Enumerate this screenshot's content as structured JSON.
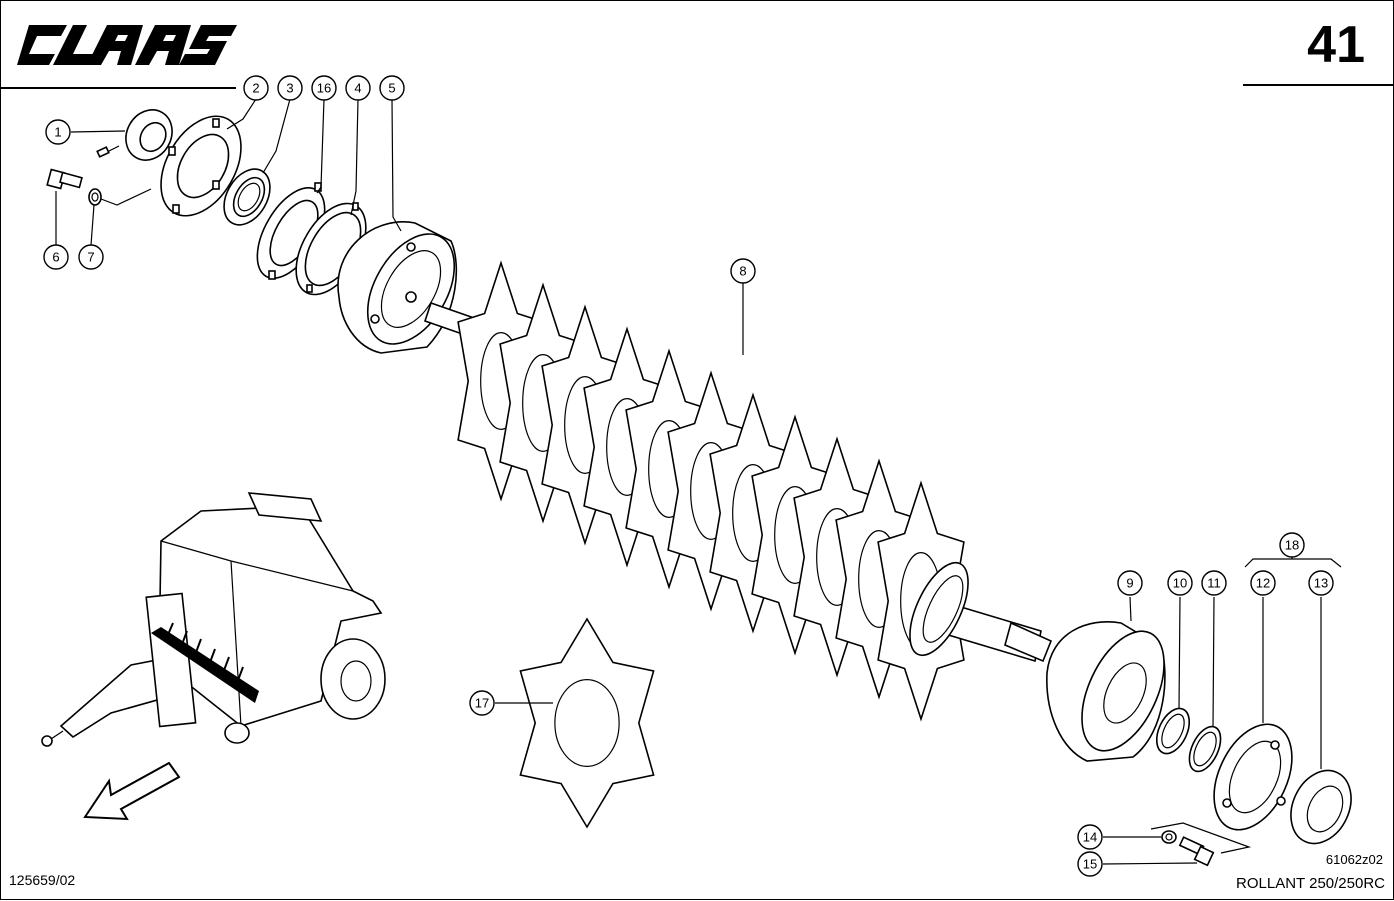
{
  "header": {
    "brand": "CLAAS",
    "page_number": "41"
  },
  "footer": {
    "reference_left": "125659/02",
    "figure_code": "61062z02",
    "model": "ROLLANT 250/250RC"
  },
  "callouts": [
    {
      "id": "c1",
      "label": "1"
    },
    {
      "id": "c2",
      "label": "2"
    },
    {
      "id": "c3",
      "label": "3"
    },
    {
      "id": "c16",
      "label": "16"
    },
    {
      "id": "c4",
      "label": "4"
    },
    {
      "id": "c5",
      "label": "5"
    },
    {
      "id": "c6",
      "label": "6"
    },
    {
      "id": "c7",
      "label": "7"
    },
    {
      "id": "c8",
      "label": "8"
    },
    {
      "id": "c9",
      "label": "9"
    },
    {
      "id": "c10",
      "label": "10"
    },
    {
      "id": "c11",
      "label": "11"
    },
    {
      "id": "c18",
      "label": "18"
    },
    {
      "id": "c12",
      "label": "12"
    },
    {
      "id": "c13",
      "label": "13"
    },
    {
      "id": "c14",
      "label": "14"
    },
    {
      "id": "c15",
      "label": "15"
    },
    {
      "id": "c17",
      "label": "17"
    }
  ],
  "icons": {
    "logo": "claas-logo",
    "direction": "direction-arrow-icon",
    "machine": "baler-overview-drawing"
  },
  "colors": {
    "line": "#000000",
    "background": "#ffffff"
  }
}
